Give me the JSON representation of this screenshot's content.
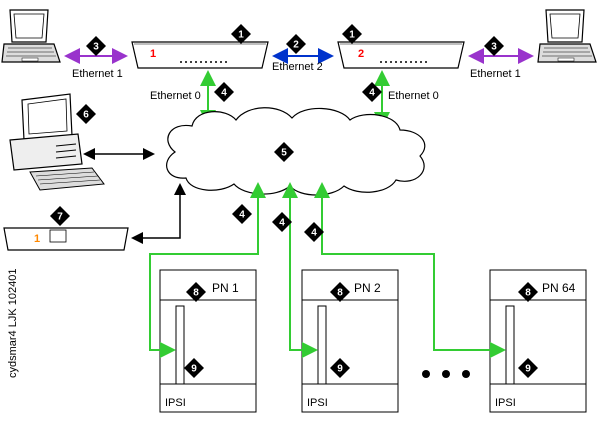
{
  "labels": {
    "eth1_left": "Ethernet 1",
    "eth2": "Ethernet 2",
    "eth1_right": "Ethernet 1",
    "eth0_left": "Ethernet 0",
    "eth0_right": "Ethernet 0",
    "server1_number": "1",
    "server2_number": "2",
    "ups_number": "1",
    "pn1": "PN 1",
    "pn2": "PN 2",
    "pn64": "PN 64",
    "ipsi_1": "IPSI",
    "ipsi_2": "IPSI",
    "ipsi_64": "IPSI",
    "figure_id": "cydsmar4 LJK 102401"
  },
  "callouts": {
    "server1": "1",
    "server2": "1",
    "eth2": "2",
    "eth1_left": "3",
    "eth1_right": "3",
    "eth0_left": "4",
    "eth0_right": "4",
    "link_a": "4",
    "link_b": "4",
    "link_c": "4",
    "network": "5",
    "pc": "6",
    "ups": "7",
    "pn1": "8",
    "pn2": "8",
    "pn64": "8",
    "ipsi1": "9",
    "ipsi2": "9",
    "ipsi64": "9"
  },
  "colors": {
    "ethernet1_link": "#9933cc",
    "ethernet2_link": "#0033cc",
    "ethernet0_link": "#33cc33",
    "black_link": "#000000",
    "server_number": "#ff0000",
    "ups_number": "#ff8800"
  },
  "icons": {
    "laptop": "laptop-icon",
    "pc": "desktop-pc-icon",
    "server": "server-icon",
    "ups": "ups-icon",
    "cloud": "network-cloud-icon",
    "ellipsis": "ellipsis-dots"
  }
}
